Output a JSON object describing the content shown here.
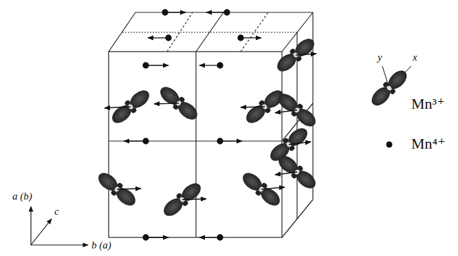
{
  "diagram": {
    "labels": [
      "y",
      "x",
      "a (b)",
      "c",
      "b (a)"
    ],
    "legend": [
      {
        "text": "Mn³⁺"
      },
      {
        "text": "Mn⁴⁺"
      }
    ]
  }
}
